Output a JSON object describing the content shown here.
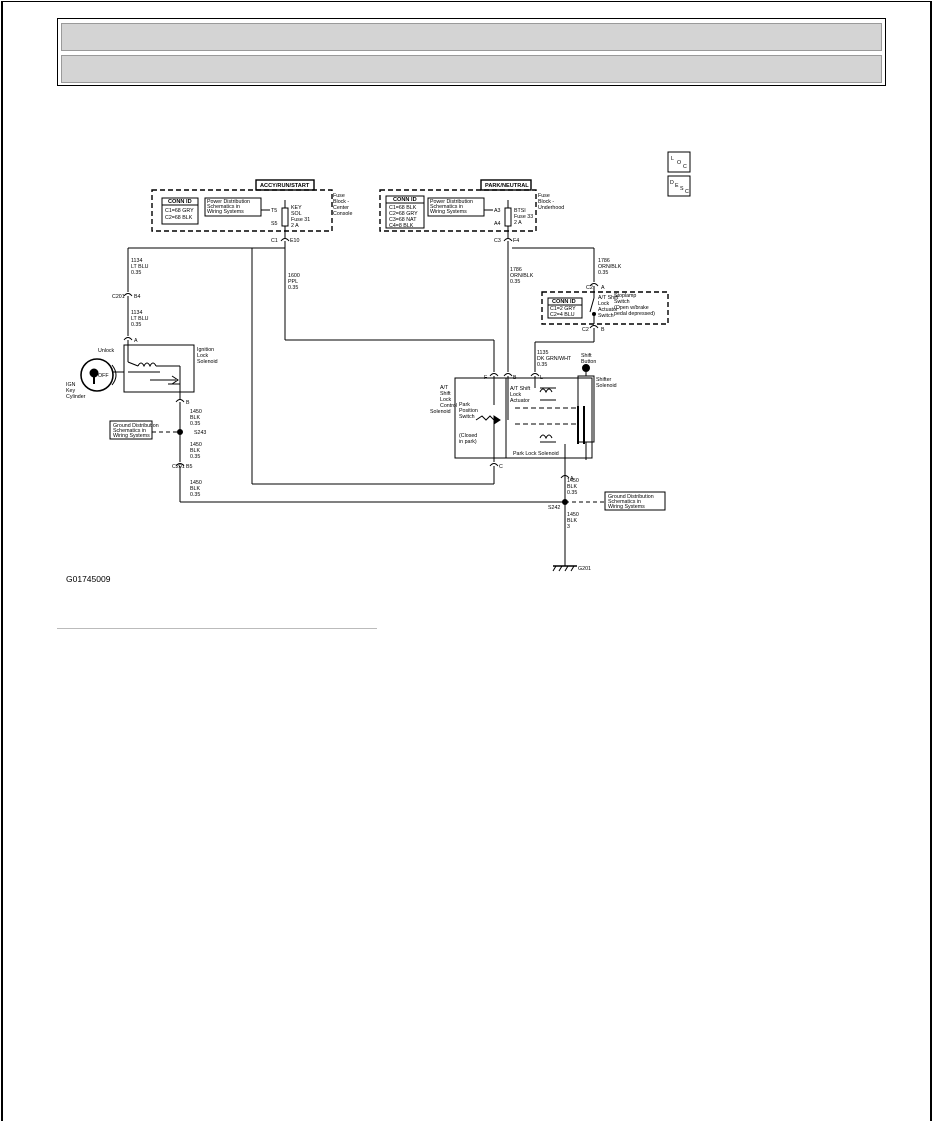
{
  "labels": {
    "accy": "ACCY/RUN/START",
    "park": "PARK/NEUTRAL",
    "fuse_block_cc_1": "Fuse",
    "fuse_block_cc_2": "Block -",
    "fuse_block_cc_3": "Center",
    "fuse_block_cc_4": "Console",
    "fuse_block_uh_1": "Fuse",
    "fuse_block_uh_2": "Block -",
    "fuse_block_uh_3": "Underhood",
    "conn_id": "CONN ID",
    "conn1_c1": "C1=68 GRY",
    "conn1_c2": "C2=68 BLK",
    "conn2_c1": "C1=68 BLK",
    "conn2_c2": "C2=68 GRY",
    "conn2_c3": "C3=68 NAT",
    "conn2_c4": "C4=8 BLK",
    "conn3_c1": "C1=2 GRY",
    "conn3_c2": "C2=4 BLU",
    "pds_1": "Power Distribution",
    "pds_2": "Schematics in",
    "pds_3": "Wiring Systems",
    "t5": "T5",
    "s5": "S5",
    "a3": "A3",
    "a4": "A4",
    "key_sol_1": "KEY",
    "key_sol_2": "SOL",
    "key_sol_3": "Fuse 31",
    "key_sol_4": "2 A",
    "btsi_1": "BTSI",
    "btsi_2": "Fuse 33",
    "btsi_3": "2 A",
    "c1": "C1",
    "e10": "E10",
    "c3": "C3",
    "f4": "F4",
    "w1134_num": "1134",
    "w1134_col": "LT BLU",
    "w1134_size": "0.35",
    "w1600_num": "1600",
    "w1600_col": "PPL",
    "w1600_size": "0.35",
    "w1786_num": "1786",
    "w1786_col": "ORN/BLK",
    "w1786_size": "0.35",
    "w1135_num": "1135",
    "w1135_col": "DK GRN/WHT",
    "w1135_size": "0.35",
    "w1450_num": "1450",
    "w1450_col": "BLK",
    "w1450_size": "0.35",
    "w1450_size_b": "0.35",
    "w1450_size_3": "3",
    "c201": "C201",
    "b4": "B4",
    "b5": "B5",
    "a": "A",
    "b": "B",
    "c": "C",
    "f": "F",
    "l": "L",
    "c2": "C2",
    "unlock": "Unlock",
    "off": "OFF",
    "ign_1": "IGN",
    "ign_2": "Key",
    "ign_3": "Cylinder",
    "ign_sol_1": "Ignition",
    "ign_sol_2": "Lock",
    "ign_sol_3": "Solenoid",
    "gds_1": "Ground Distribution",
    "gds_2": "Schematics in",
    "gds_3": "Wiring Systems",
    "s243": "S243",
    "s242": "S242",
    "g201": "G201",
    "stoplamp_1": "Stoplamp",
    "stoplamp_2": "Switch",
    "stoplamp_3": "(Open w/brake",
    "stoplamp_4": "pedal depressed)",
    "atsla_sw_1": "A/T Shift",
    "atsla_sw_2": "Lock",
    "atsla_sw_3": "Actuator",
    "atsla_sw_4": "Switch",
    "atslc_1": "A/T",
    "atslc_2": "Shift",
    "atslc_3": "Lock",
    "atslc_4": "Control",
    "atslc_5": "Solenoid",
    "pps_1": "Park",
    "pps_2": "Position",
    "pps_3": "Switch",
    "closed_1": "(Closed",
    "closed_2": "in park)",
    "atsla_1": "A/T Shift",
    "atsla_2": "Lock",
    "atsla_3": "Actuator",
    "park_lock_sol": "Park Lock Solenoid",
    "shift_btn_1": "Shift",
    "shift_btn_2": "Button",
    "shifter_sol_1": "Shifter",
    "shifter_sol_2": "Solenoid",
    "loc_1": "L",
    "loc_2": "O",
    "loc_3": "C",
    "desc_1": "D",
    "desc_2": "E",
    "desc_3": "S",
    "desc_4": "C",
    "figure_id": "G01745009"
  }
}
